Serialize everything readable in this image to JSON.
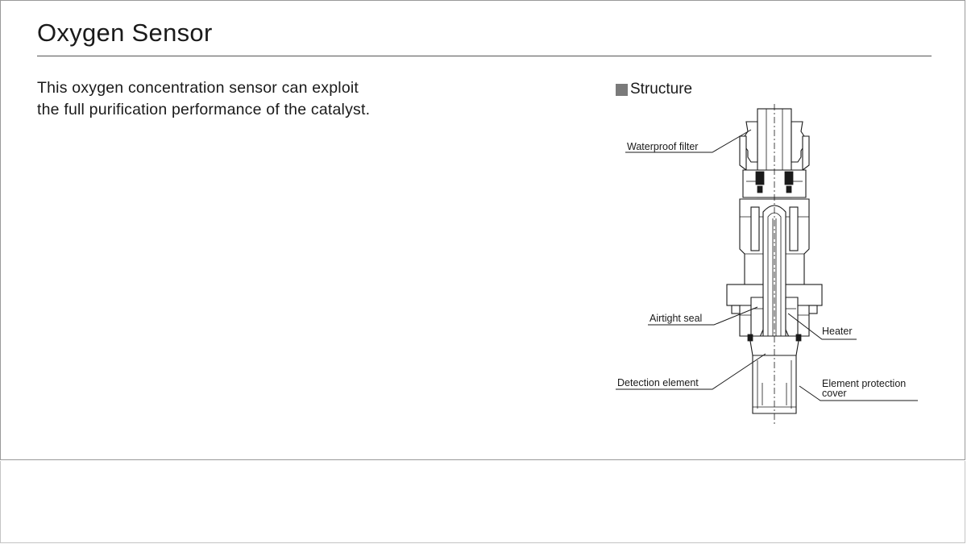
{
  "slide": {
    "title": "Oxygen Sensor",
    "description_lines": [
      "This oxygen concentration sensor can exploit",
      "the full purification performance of the catalyst."
    ]
  },
  "structure": {
    "heading": "Structure",
    "labels": {
      "waterproof_filter": "Waterproof filter",
      "airtight_seal": "Airtight seal",
      "heater": "Heater",
      "detection_element": "Detection element",
      "element_protection_cover_line1": "Element protection",
      "element_protection_cover_line2": "cover"
    }
  }
}
